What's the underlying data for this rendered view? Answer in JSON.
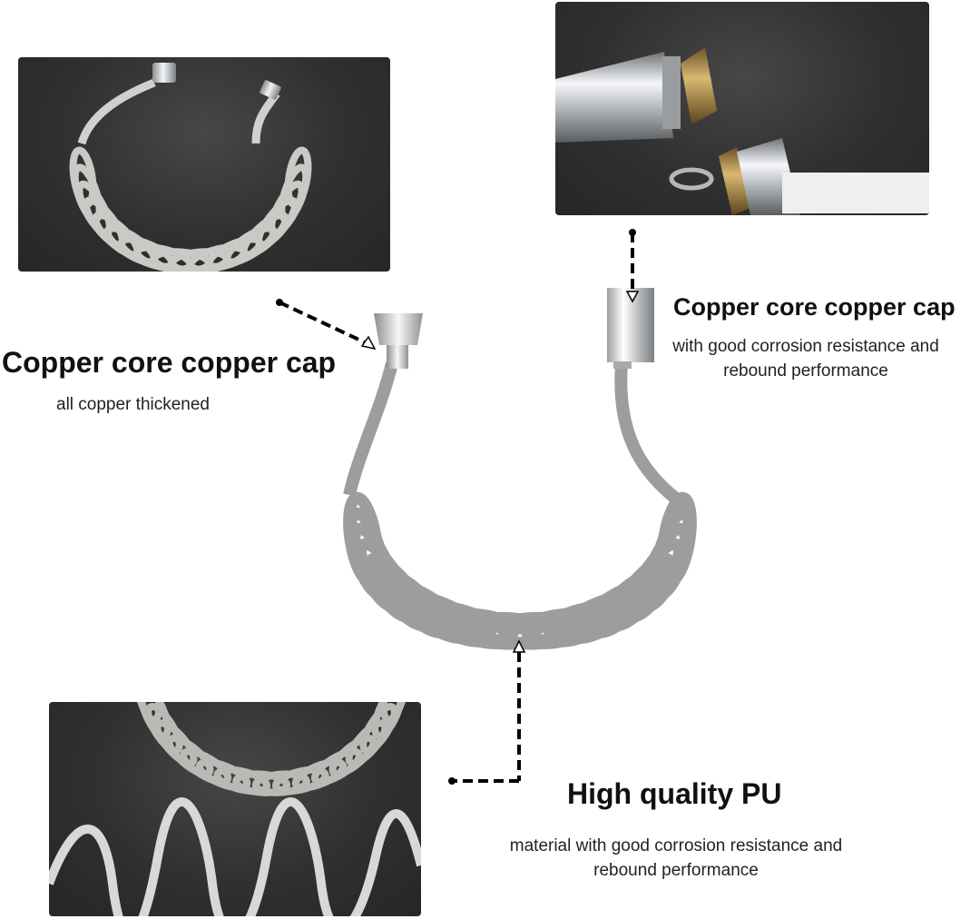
{
  "labels": {
    "left": {
      "heading": "Copper core copper cap",
      "sub": "all copper thickened"
    },
    "right": {
      "heading": "Copper core copper cap",
      "sub": "with good corrosion resistance and rebound performance"
    },
    "bottom": {
      "heading": "High quality PU",
      "sub": "material with good corrosion resistance and rebound performance"
    }
  },
  "colors": {
    "hose_gray": "#9c9e9c",
    "hose_light": "#c8cac6",
    "chrome": "#d9dcde",
    "brass": "#a8874a",
    "panel_dark": "#303030",
    "leader_line": "#000000"
  }
}
